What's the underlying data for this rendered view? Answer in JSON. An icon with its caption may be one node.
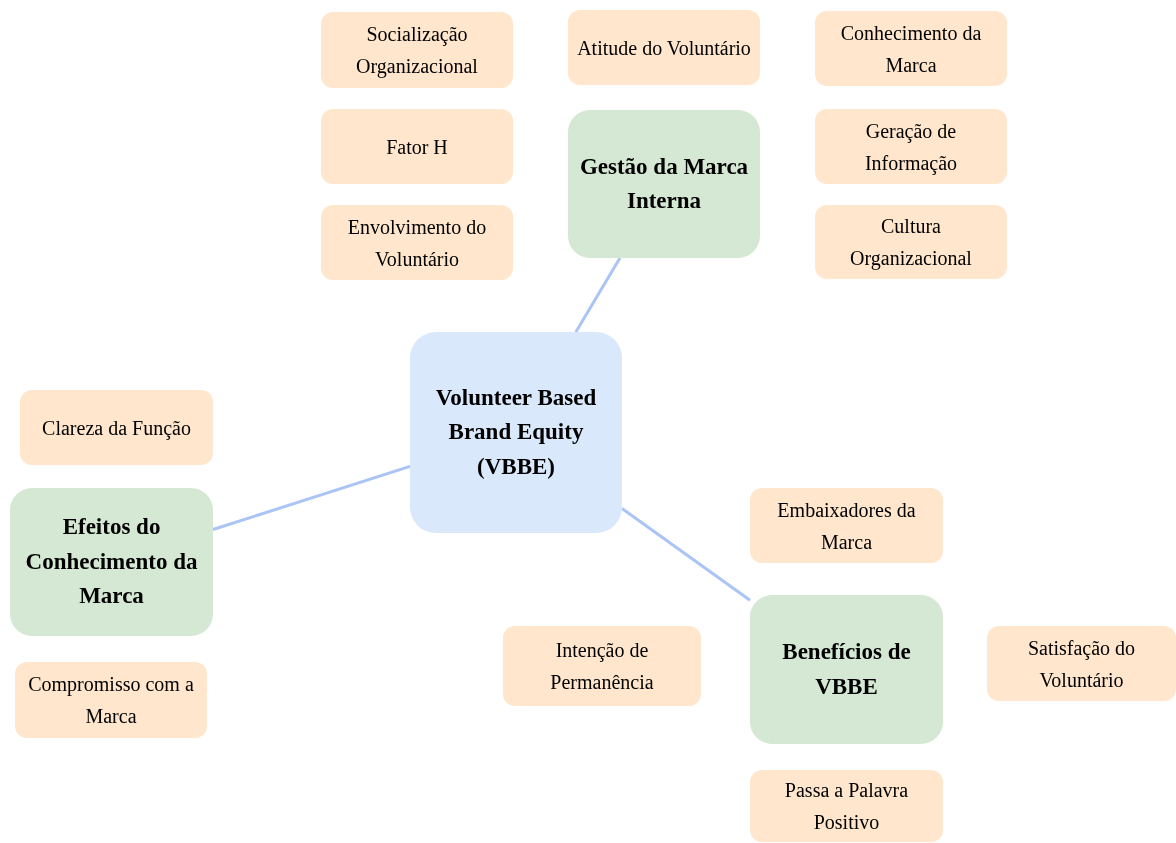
{
  "diagram": {
    "nodes": [
      {
        "text": [
          "Volunteer Based Brand Equity (VBBE)"
        ]
      },
      {
        "text": [
          "Gestão da Marca Interna"
        ]
      },
      {
        "text": [
          "Efeitos do Conhecimento da Marca"
        ]
      },
      {
        "text": [
          "Benefícios de VBBE"
        ]
      },
      {
        "text": [
          "Socialização Organizacional"
        ]
      },
      {
        "text": [
          "Atitude do Voluntário"
        ]
      },
      {
        "text": [
          "Conhecimento da Marca"
        ]
      },
      {
        "text": [
          "Fator H"
        ]
      },
      {
        "text": [
          "Geração de Informação"
        ]
      },
      {
        "text": [
          "Envolvimento do Voluntário"
        ]
      },
      {
        "text": [
          "Cultura Organizacional"
        ]
      },
      {
        "text": [
          "Clareza da Função"
        ]
      },
      {
        "text": [
          "Embaixadores da Marca"
        ]
      },
      {
        "text": [
          "Intenção de Permanência"
        ]
      },
      {
        "text": [
          "Satisfação do Voluntário"
        ]
      },
      {
        "text": [
          "Compromisso com a Marca"
        ]
      },
      {
        "text": [
          "Passa a Palavra Positivo"
        ]
      }
    ],
    "edges": [
      {
        "from": 0,
        "to": 1,
        "arrow": "none"
      },
      {
        "from": 0,
        "to": 2,
        "arrow": "none"
      },
      {
        "from": 0,
        "to": 3,
        "arrow": "none"
      }
    ]
  }
}
